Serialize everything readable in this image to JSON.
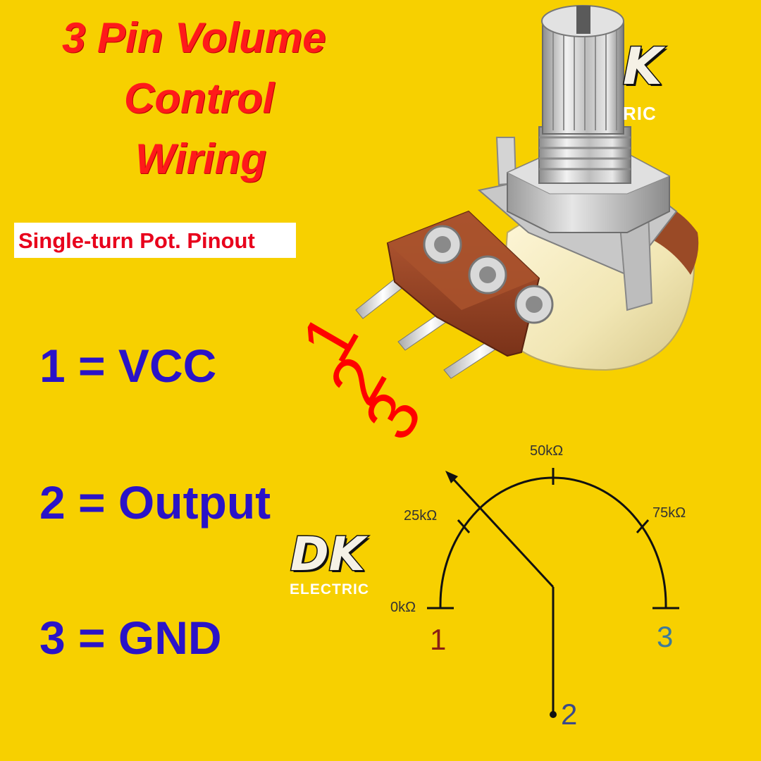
{
  "title": {
    "line1": "3 Pin Volume",
    "line2": "Control",
    "line3": "Wiring"
  },
  "subtitle": "Single-turn Pot. Pinout",
  "pinout": [
    {
      "text": "1 = VCC"
    },
    {
      "text": "2 = Output"
    },
    {
      "text": "3 = GND"
    }
  ],
  "pin_numbers_on_photo": [
    "1",
    "2",
    "3"
  ],
  "logo": {
    "brand": "DK",
    "tagline": "ELECTRIC",
    "partial_tagline": "RIC"
  },
  "schematic": {
    "scale_labels": [
      "0kΩ",
      "25kΩ",
      "50kΩ",
      "75kΩ"
    ],
    "terminal_1": "1",
    "terminal_2": "2",
    "terminal_3": "3"
  },
  "colors": {
    "background": "#f7d000",
    "title": "#ff1a1a",
    "pinout_text": "#2a13c8",
    "photo_numbers": "#ff0000",
    "terminal_1": "#8a1f14",
    "terminal_3": "#3d7a9a",
    "terminal_2": "#3b4a8a"
  }
}
